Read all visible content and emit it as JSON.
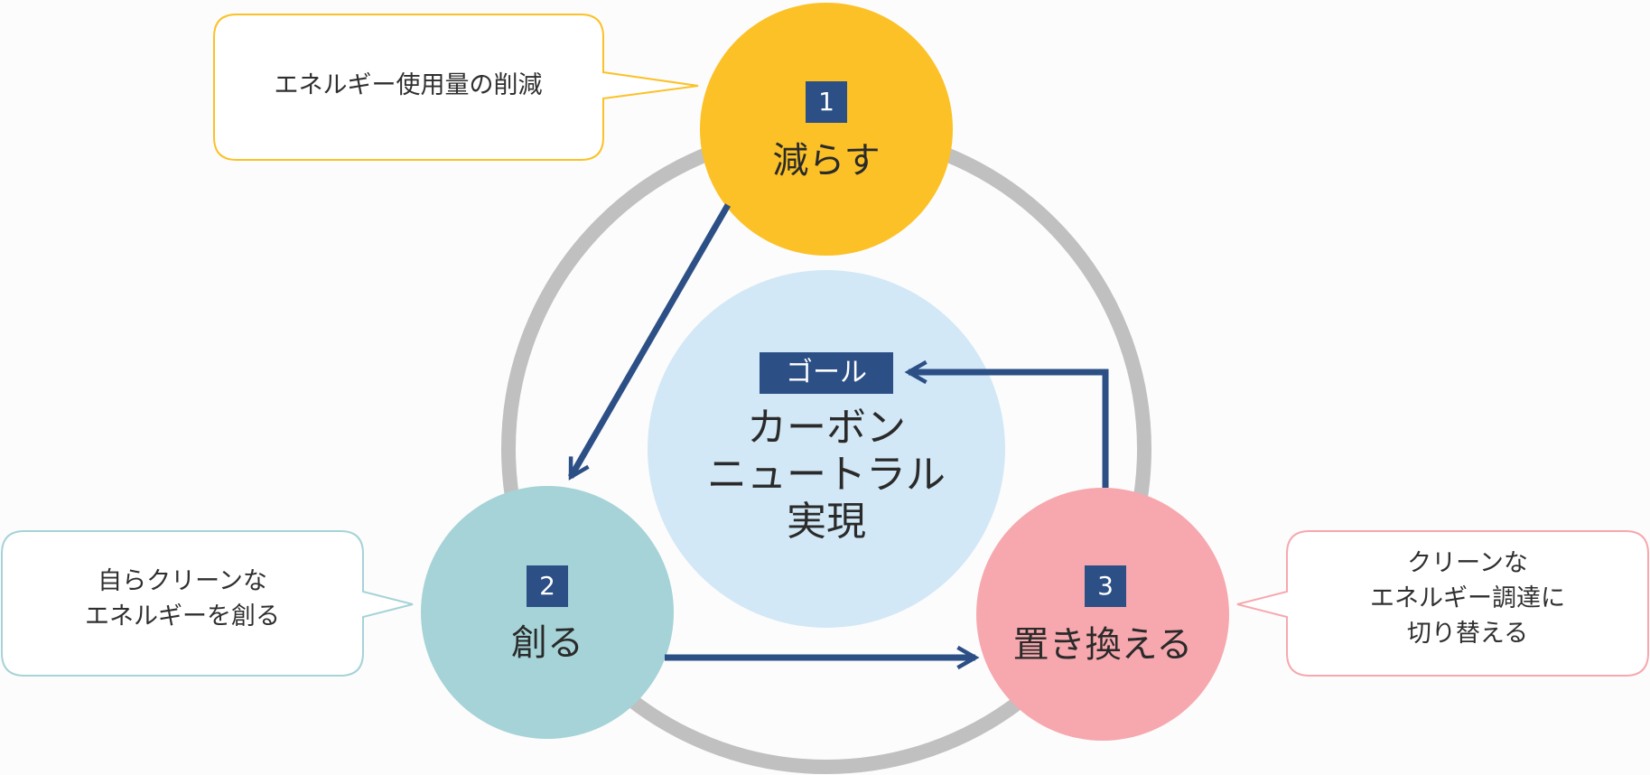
{
  "colors": {
    "ring": "#c0c0c0",
    "reduce": "#fbc127",
    "create": "#a5d3d7",
    "replace": "#f6a8ae",
    "goal_bg": "#d2e8f6",
    "arrow": "#2c4f86",
    "badge": "#2c4f86"
  },
  "goal": {
    "badge": "ゴール",
    "text": "カーボン\nニュートラル\n実現"
  },
  "nodes": [
    {
      "number": "1",
      "label": "減らす",
      "callout": "エネルギー使用量の削減"
    },
    {
      "number": "2",
      "label": "創る",
      "callout": "自らクリーンな\nエネルギーを創る"
    },
    {
      "number": "3",
      "label": "置き換える",
      "callout": "クリーンな\nエネルギー調達に\n切り替える"
    }
  ]
}
